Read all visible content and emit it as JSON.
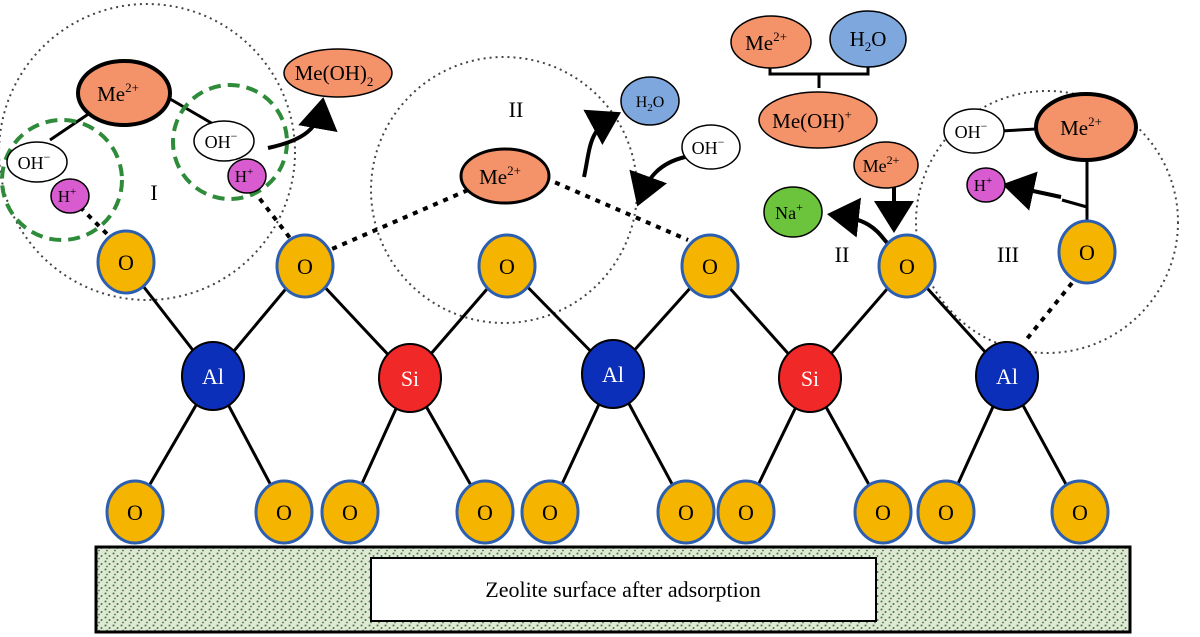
{
  "surface": {
    "label": "Zeolite surface after adsorption"
  },
  "roman": {
    "I": "I",
    "II_left": "II",
    "II_right": "II",
    "III": "III"
  },
  "atoms": {
    "O": "O",
    "Al": "Al",
    "Si": "Si"
  },
  "ions": {
    "me": "Me",
    "me_charge": "2+",
    "oh": "OH",
    "oh_charge": "−",
    "h": "H",
    "h_charge": "+",
    "na": "Na",
    "na_charge": "+",
    "h2o_left": "H",
    "h2o_sub": "2",
    "h2o_right": "O",
    "meoh2_main": "Me(OH)",
    "meoh2_sub": "2",
    "meoh_main": "Me(OH)",
    "meoh_charge": "+"
  },
  "colors": {
    "oxygen": "#f5b400",
    "aluminium": "#0b2fb8",
    "silicon": "#f02828",
    "metal": "#f4936a",
    "water": "#7ea7dd",
    "hydrogen": "#d85ccf",
    "sodium": "#6cc43c",
    "ring": "#2e8b3a",
    "surface_fill": "#dfe8d4",
    "surface_dots": "#3d7a3d"
  }
}
